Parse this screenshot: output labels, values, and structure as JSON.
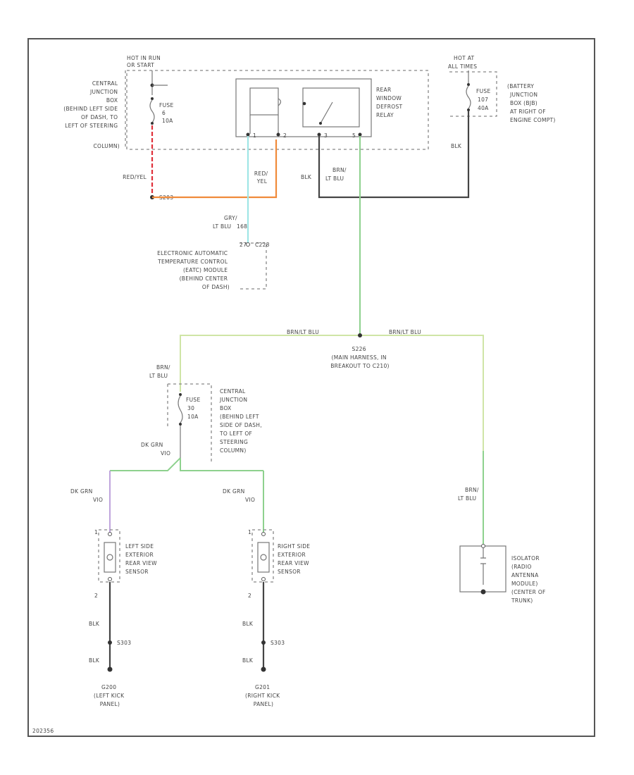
{
  "labels": {
    "hot_in_run": [
      "HOT IN RUN",
      "OR START"
    ],
    "cjb_top": [
      "CENTRAL",
      "JUNCTION",
      "BOX",
      "(BEHIND LEFT SIDE",
      "OF DASH, TO",
      "LEFT OF STEERING",
      "COLUMN)"
    ],
    "fuse_top": [
      "FUSE",
      "6",
      "10A"
    ],
    "relay": [
      "REAR",
      "WINDOW",
      "DEFROST",
      "RELAY"
    ],
    "hot_at_all": [
      "HOT AT",
      "ALL TIMES"
    ],
    "bjb_fuse": [
      "FUSE",
      "107",
      "40A"
    ],
    "bjb": [
      "(BATTERY",
      "JUNCTION",
      "BOX (BJB)",
      "AT RIGHT OF",
      "ENGINE COMPT)"
    ],
    "relay_pins": [
      "1",
      "2",
      "3",
      "5"
    ],
    "w_red_yel": "RED/YEL",
    "splice_top": "S203",
    "w_red_yel2": [
      "RED/",
      "YEL"
    ],
    "w_blk_right": "BLK",
    "w_blk_mid": "BLK",
    "w_brn_ltblu_top": [
      "BRN/",
      "LT BLU"
    ],
    "w_gry_ltblu": [
      "GRY/",
      "LT BLU",
      "168"
    ],
    "eatc_conn": [
      "27",
      "C228"
    ],
    "eatc": [
      "ELECTRONIC AUTOMATIC",
      "TEMPERATURE CONTROL",
      "(EATC) MODULE",
      "(BEHIND CENTER",
      "OF DASH)"
    ],
    "w_brn_ltblu_left": "BRN/LT BLU",
    "w_brn_ltblu_right": "BRN/LT BLU",
    "splice_mid": [
      "S226",
      "(MAIN HARNESS, IN",
      "BREAKOUT TO C210)"
    ],
    "w_brn_ltblu_cjb": [
      "BRN/",
      "LT BLU"
    ],
    "fuse_mid": [
      "FUSE",
      "30",
      "10A"
    ],
    "cjb_mid": [
      "CENTRAL",
      "JUNCTION",
      "BOX",
      "(BEHIND LEFT",
      "SIDE OF DASH,",
      "TO LEFT OF",
      "STEERING",
      "COLUMN)"
    ],
    "w_dk_grn_cjb": [
      "DK GRN",
      "VIO"
    ],
    "w_dk_grn_left": [
      "DK GRN",
      "VIO"
    ],
    "w_dk_grn_right": [
      "DK GRN",
      "VIO"
    ],
    "w_brn_ltblu_ant": [
      "BRN/",
      "LT BLU"
    ],
    "left_sensor": [
      "LEFT SIDE",
      "EXTERIOR",
      "REAR VIEW",
      "SENSOR"
    ],
    "right_sensor": [
      "RIGHT SIDE",
      "EXTERIOR",
      "REAR VIEW",
      "SENSOR"
    ],
    "isolator": [
      "ISOLATOR",
      "(RADIO",
      "ANTENNA",
      "MODULE)",
      "(CENTER OF",
      "TRUNK)"
    ],
    "sensor_pins": [
      "1",
      "2",
      "1",
      "2"
    ],
    "w_blk_l1": "BLK",
    "w_blk_l2": "BLK",
    "w_blk_r1": "BLK",
    "w_blk_r2": "BLK",
    "splice_l": "S303",
    "splice_r": "S303",
    "ground_l": [
      "G200",
      "(LEFT KICK",
      "PANEL)"
    ],
    "ground_r": [
      "G201",
      "(RIGHT KICK",
      "PANEL)"
    ],
    "figure_id": "202356"
  },
  "wire_colors": {
    "red_yel": "#e0303a",
    "orange": "#f08a3a",
    "gry_ltblu": "#9fe6e6",
    "brn_ltblu": "#8ed18e",
    "dk_grn_vio": "#b89ad8",
    "blk": "#444444"
  }
}
